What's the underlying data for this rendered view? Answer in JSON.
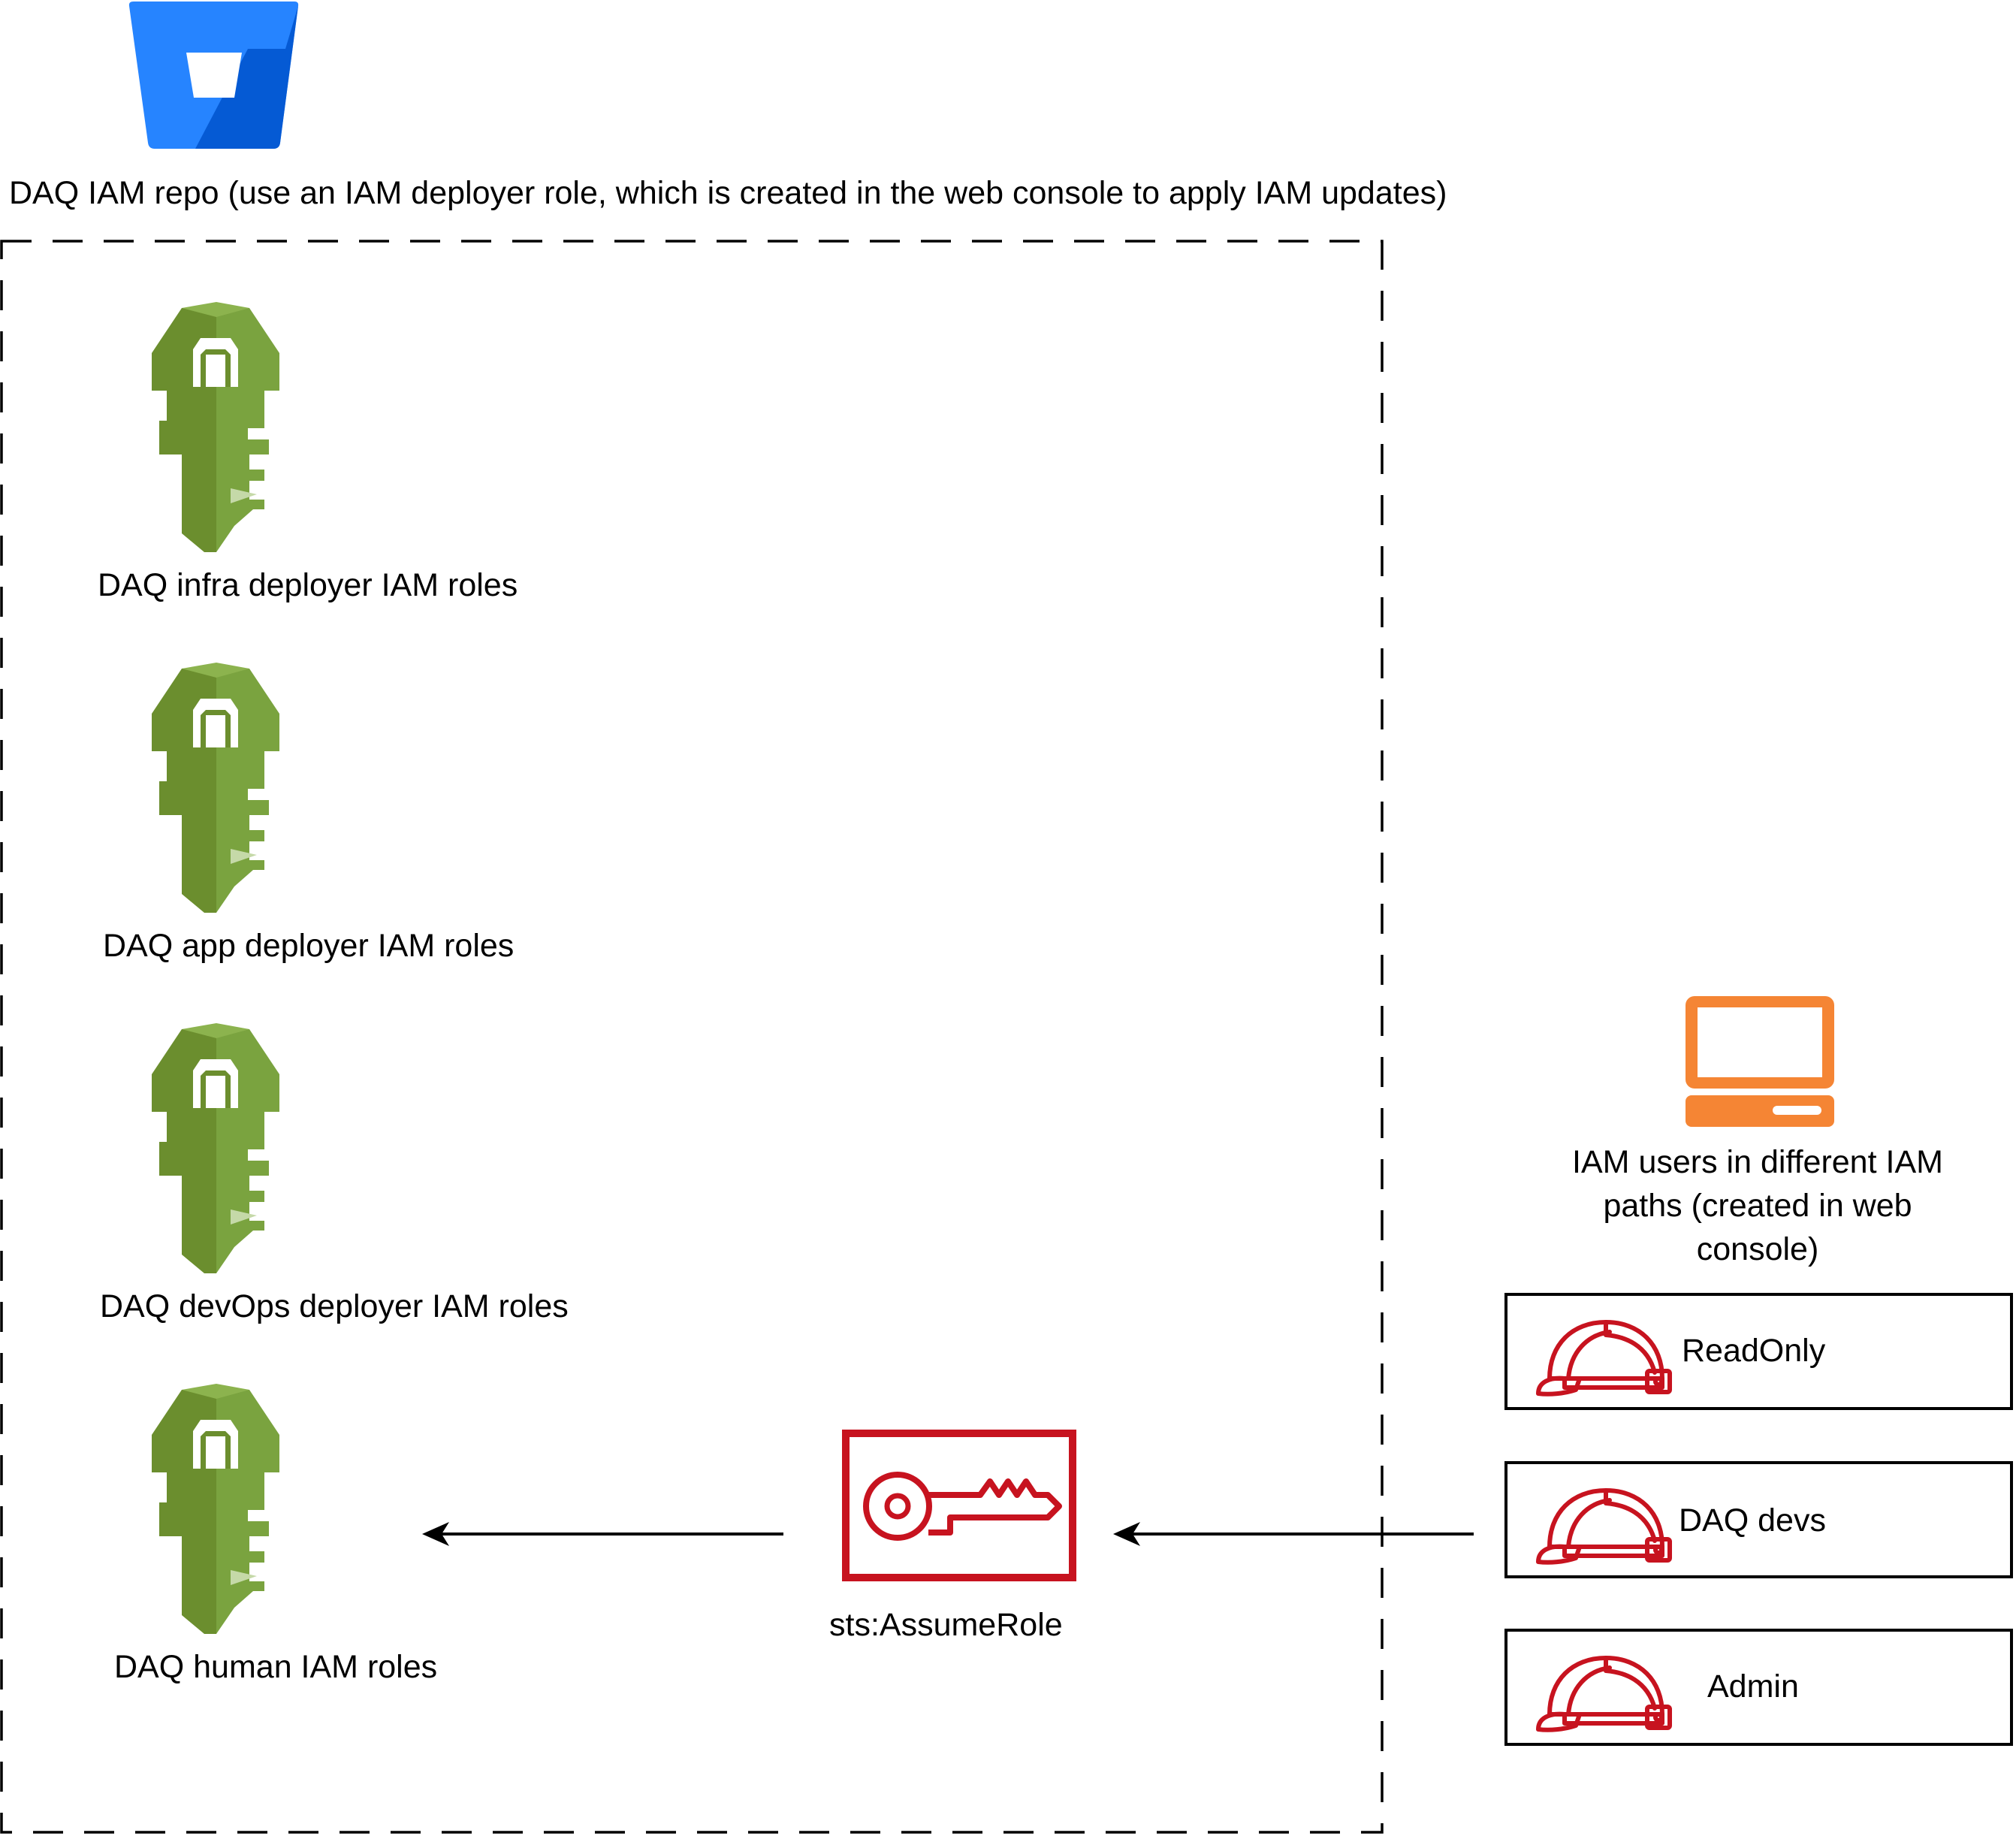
{
  "repo": {
    "icon": "bitbucket-icon",
    "brand_color": "#2684FF",
    "title": "DAQ IAM repo (use an IAM deployer role, which is created in the web console to apply IAM updates)"
  },
  "roles": [
    {
      "icon": "iam-key-icon",
      "label": "DAQ infra deployer IAM roles"
    },
    {
      "icon": "iam-key-icon",
      "label": "DAQ app deployer IAM roles"
    },
    {
      "icon": "iam-key-icon",
      "label": "DAQ devOps deployer IAM roles"
    },
    {
      "icon": "iam-key-icon",
      "label": "DAQ human IAM roles"
    }
  ],
  "sts": {
    "icon": "sts-key-icon",
    "label": "sts:AssumeRole",
    "color": "#C7131F"
  },
  "users": {
    "icon": "client-laptop-icon",
    "icon_color": "#F58534",
    "caption_lines": [
      "IAM users in different IAM",
      "paths (created in web",
      "console)"
    ],
    "groups": [
      {
        "icon": "hard-hat-icon",
        "label": "ReadOnly"
      },
      {
        "icon": "hard-hat-icon",
        "label": "DAQ devs"
      },
      {
        "icon": "hard-hat-icon",
        "label": "Admin"
      }
    ]
  },
  "colors": {
    "key_green": "#6B8E2E",
    "key_light": "#7AA33F",
    "hat_red": "#C7131F"
  }
}
